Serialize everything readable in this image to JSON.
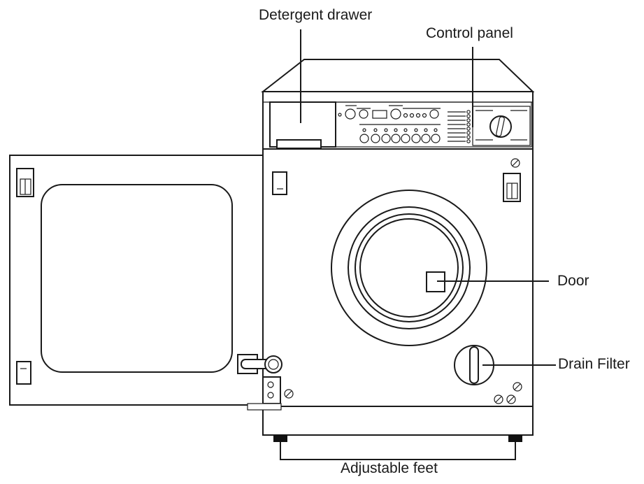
{
  "labels": {
    "detergent_drawer": "Detergent drawer",
    "control_panel": "Control panel",
    "door": "Door",
    "drain_filter": "Drain Filter",
    "adjustable_feet": "Adjustable feet"
  },
  "colors": {
    "line": "#1a1a1a",
    "background": "#ffffff",
    "feet": "#111111"
  }
}
